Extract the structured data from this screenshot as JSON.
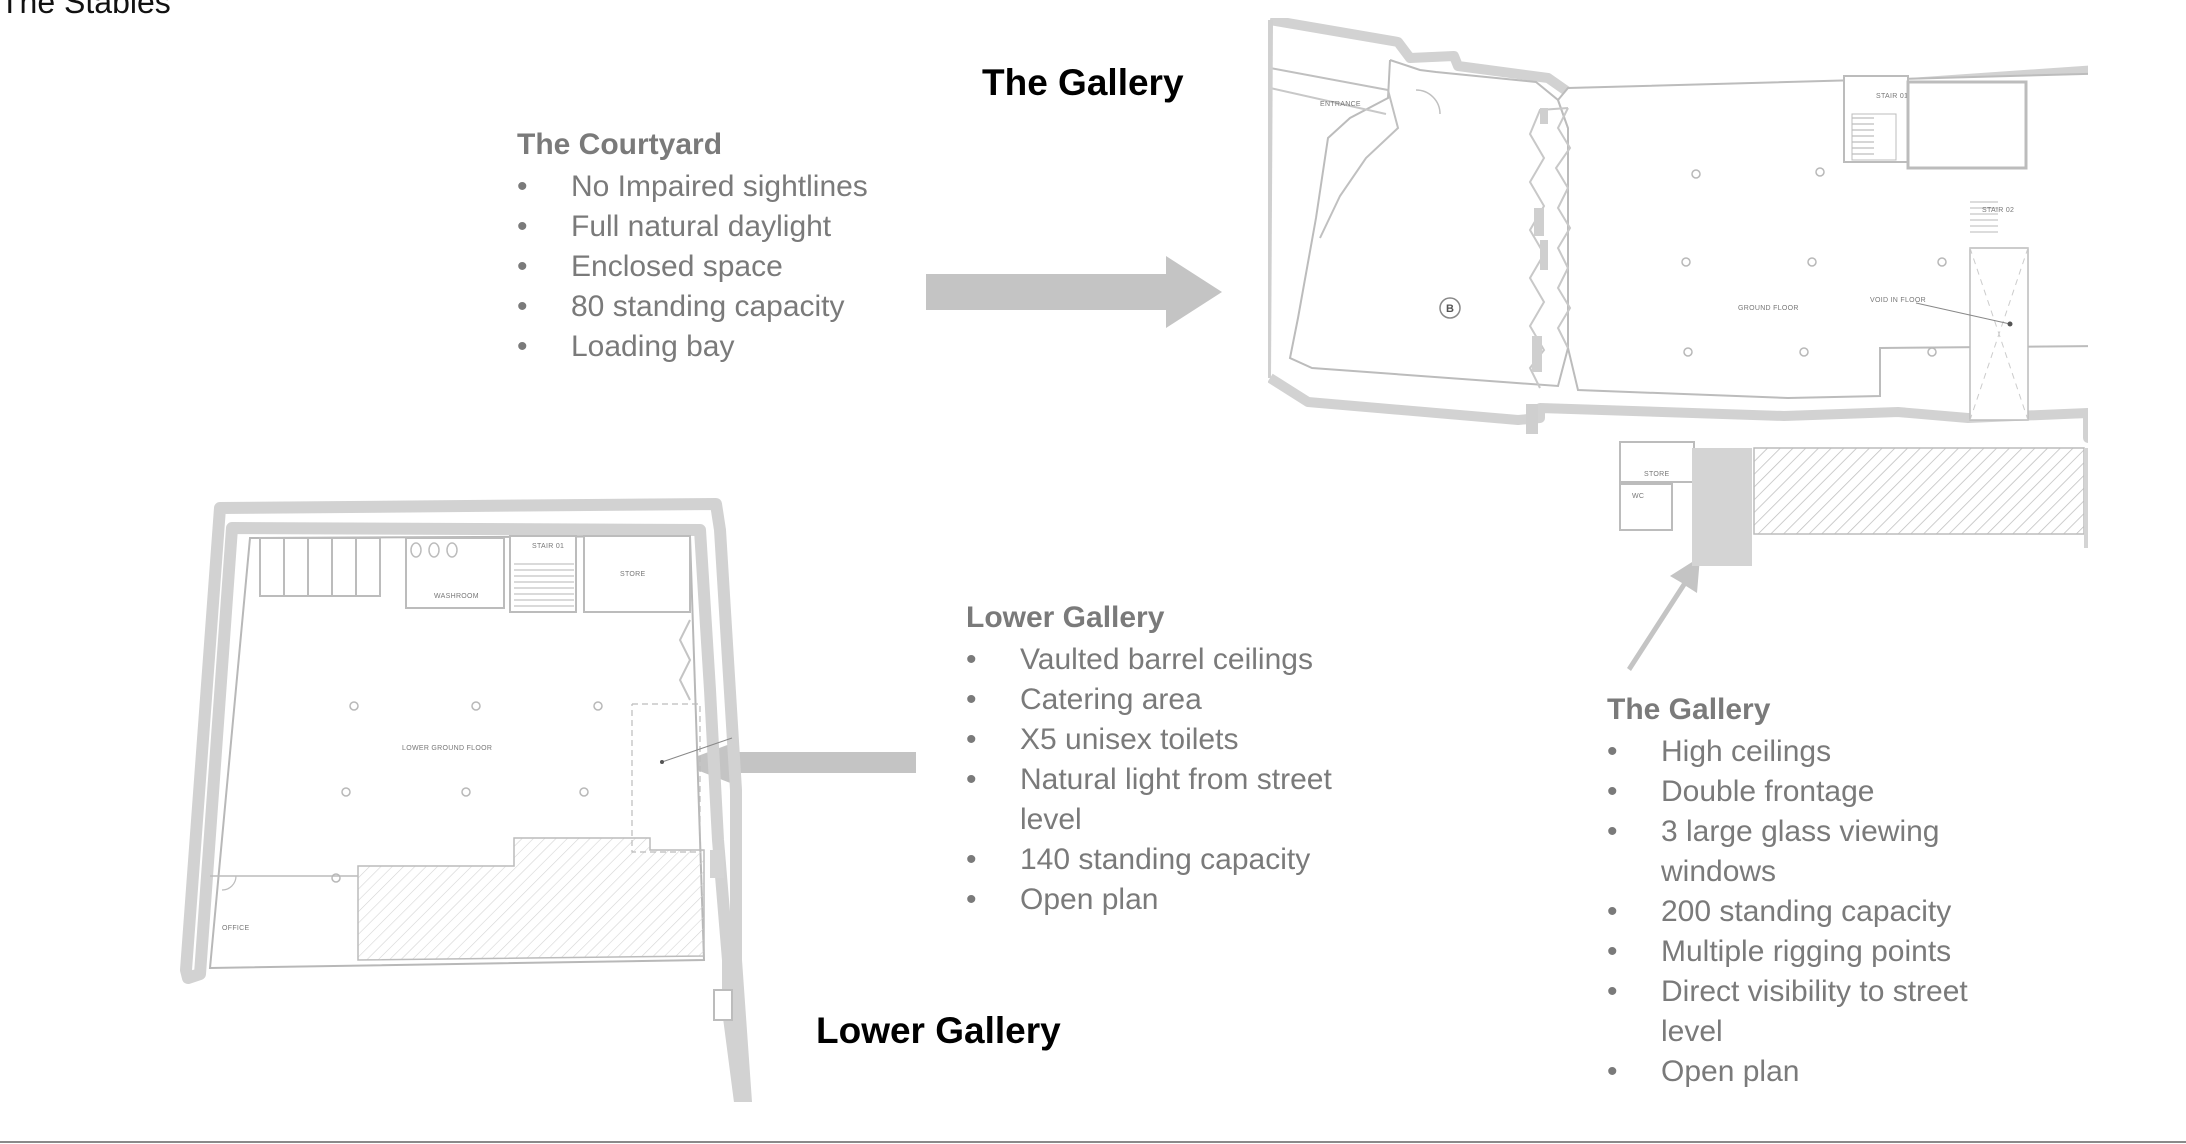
{
  "page_title": "The Stables",
  "headings": {
    "gallery": "The Gallery",
    "lower_gallery": "Lower Gallery"
  },
  "courtyard": {
    "title": "The Courtyard",
    "items": [
      "No Impaired sightlines",
      "Full natural daylight",
      "Enclosed space",
      "80 standing capacity",
      "Loading bay"
    ]
  },
  "lower_gallery": {
    "title": "Lower Gallery",
    "items": [
      "Vaulted barrel ceilings",
      "Catering area",
      "X5 unisex toilets",
      "Natural light from street level",
      "140 standing capacity",
      "Open plan"
    ]
  },
  "gallery": {
    "title": "The Gallery",
    "items": [
      "High ceilings",
      "Double frontage",
      "3 large glass viewing windows",
      "200 standing capacity",
      "Multiple rigging points",
      "Direct visibility to street level",
      "Open plan"
    ]
  },
  "gallery_plan": {
    "entrance": "ENTRANCE",
    "stair1": "STAIR 01",
    "stair2": "STAIR 02",
    "ground_floor": "GROUND FLOOR",
    "void": "VOID IN FLOOR",
    "marker": "B",
    "store": "STORE",
    "wc": "WC"
  },
  "lower_plan": {
    "stair1": "STAIR 01",
    "washroom": "WASHROOM",
    "store": "STORE",
    "floor": "LOWER GROUND FLOOR",
    "office": "OFFICE"
  },
  "colors": {
    "text_gray": "#7a7a7a",
    "arrow_gray": "#c4c4c4",
    "wall_gray": "#d0d0d0"
  }
}
